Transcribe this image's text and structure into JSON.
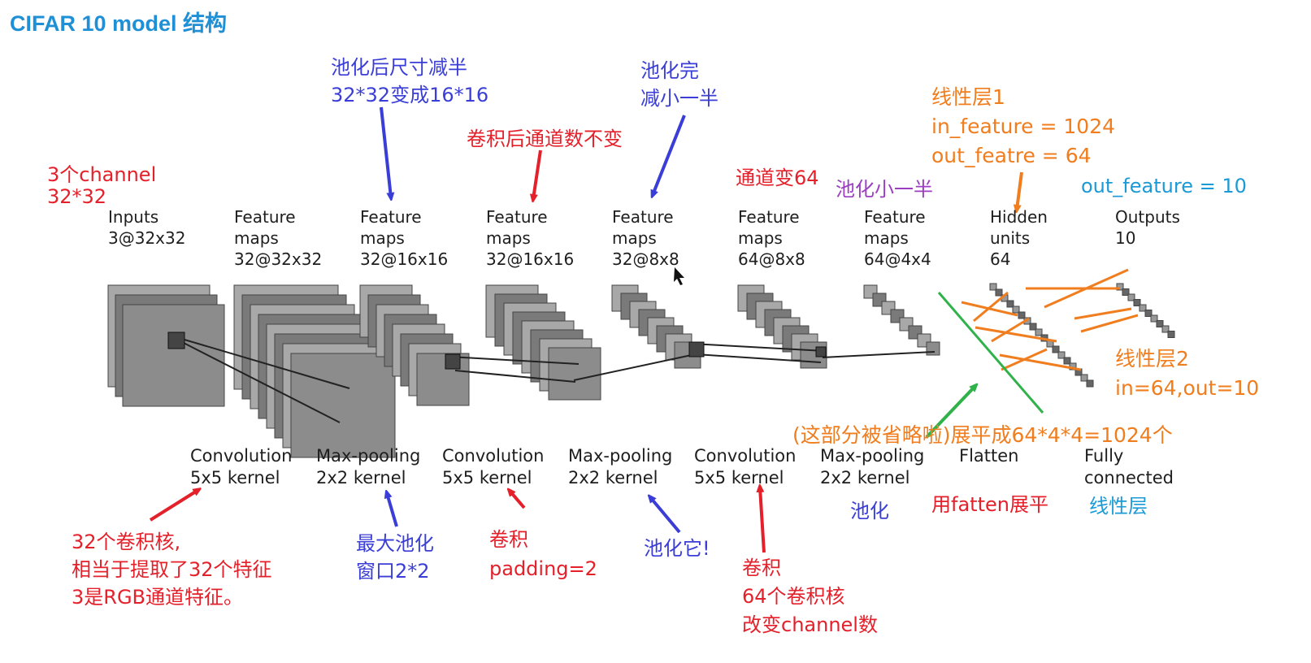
{
  "title": "CIFAR 10 model 结构",
  "layers": [
    {
      "l1": "",
      "l2": "Inputs",
      "l3": "3@32x32"
    },
    {
      "l1": "Feature",
      "l2": "maps",
      "l3": "32@32x32"
    },
    {
      "l1": "Feature",
      "l2": "maps",
      "l3": "32@16x16"
    },
    {
      "l1": "Feature",
      "l2": "maps",
      "l3": "32@16x16"
    },
    {
      "l1": "Feature",
      "l2": "maps",
      "l3": "32@8x8"
    },
    {
      "l1": "Feature",
      "l2": "maps",
      "l3": "64@8x8"
    },
    {
      "l1": "Feature",
      "l2": "maps",
      "l3": "64@4x4"
    },
    {
      "l1": "Hidden",
      "l2": "units",
      "l3": "64"
    },
    {
      "l1": "",
      "l2": "Outputs",
      "l3": "10"
    }
  ],
  "ops": [
    {
      "l1": "Convolution",
      "l2": "5x5 kernel"
    },
    {
      "l1": "Max-pooling",
      "l2": "2x2 kernel"
    },
    {
      "l1": "Convolution",
      "l2": "5x5 kernel"
    },
    {
      "l1": "Max-pooling",
      "l2": "2x2 kernel"
    },
    {
      "l1": "Convolution",
      "l2": "5x5 kernel"
    },
    {
      "l1": "Max-pooling",
      "l2": "2x2 kernel"
    },
    {
      "l1": "Flatten",
      "l2": ""
    },
    {
      "l1": "Fully",
      "l2": "connected"
    }
  ],
  "notes": {
    "channel": [
      "3个channel",
      "32*32"
    ],
    "pool_half": [
      "池化后尺寸减半",
      "32*32变成16*16"
    ],
    "conv_same": "卷积后通道数不变",
    "pool_done": [
      "池化完",
      "减小一半"
    ],
    "ch64": "通道变64",
    "pool_small": "池化小一半",
    "linear1": [
      "线性层1",
      "in_feature = 1024",
      "out_featre = 64"
    ],
    "out_feature": "out_feature = 10",
    "linear2": [
      "线性层2",
      "in=64,out=10"
    ],
    "flatten_note": "(这部分被省略啦)展平成64*4*4=1024个",
    "conv32": [
      "32个卷积核,",
      "相当于提取了32个特征",
      "3是RGB通道特征。"
    ],
    "maxpool": [
      "最大池化",
      "窗口2*2"
    ],
    "conv_pad": [
      "卷积",
      "padding=2"
    ],
    "pool_it": "池化它!",
    "conv64": [
      "卷积",
      "64个卷积核",
      "改变channel数"
    ],
    "pool_label": "池化",
    "flatten_label": "用fatten展平",
    "linear_label": "线性层"
  },
  "colors": {
    "title": "#1f8fd6",
    "red": "#e4202b",
    "blue": "#3a3ed6",
    "orange": "#f07d1e",
    "cyan": "#1b9ad6",
    "purple": "#9b3fc0",
    "green": "#2fb24a"
  }
}
